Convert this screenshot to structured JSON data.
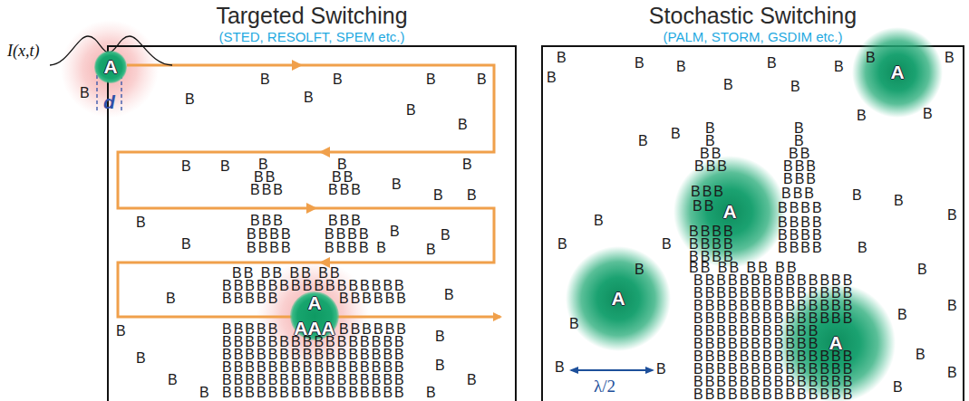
{
  "diagram": {
    "nodes": [
      {
        "text": [
          "Targeted Switching",
          "(STED, RESOLFT, SPEM etc.)"
        ]
      },
      {
        "text": [
          "A"
        ],
        "in": 0
      },
      {
        "text": [
          "A",
          "AAA"
        ],
        "in": 0
      },
      {
        "text": [
          "Stochastic Switching",
          "(PALM, STORM, GSDIM etc.)"
        ]
      },
      {
        "text": [
          "A"
        ],
        "in": 3
      },
      {
        "text": [
          "A"
        ],
        "in": 3
      },
      {
        "text": [
          "A"
        ],
        "in": 3
      },
      {
        "text": [
          "A"
        ],
        "in": 3
      }
    ],
    "labels": [
      "I(x,t)",
      "d",
      "λ/2",
      "B",
      "B",
      "B",
      "B",
      "B",
      "B",
      "B",
      "B",
      "B",
      "B",
      "B",
      "B",
      "B",
      "B",
      "BB",
      "BB",
      "BBB",
      "BBB",
      "B",
      "B",
      "B",
      "B",
      "BBB",
      "BBB",
      "BBBB",
      "BBBB",
      "B",
      "B",
      "B",
      "BBBB",
      "BBBB B",
      "B",
      "BB BB BB BB",
      "BBBBBBBBBBBBBBBB",
      "BBBBB",
      "BBBBBB",
      "BBBBB",
      "BBBBBB",
      "BBBBBBBBBBBBBBBB",
      "BBBBBBBBBBBBBBBB",
      "BBBBBBBBBBBBBBBB",
      "BBBBBBBBBBBBBBBB",
      "BBBBBBBBBBBBBBBB",
      "B",
      "B",
      "B",
      "B",
      "B",
      "B",
      "B",
      "B",
      "B",
      "B",
      "B",
      "B",
      "B",
      "B",
      "B",
      "B",
      "B",
      "B",
      "B",
      "B",
      "B",
      "B",
      "B",
      "B",
      "B",
      "B",
      "BB",
      "BBB",
      "BBB",
      "BB",
      "BBBB",
      "BBBB",
      "BBBB",
      "B",
      "B",
      "BB",
      "BBB",
      "BBB",
      "BBB",
      "BBBB",
      "BBBB",
      "BBBB",
      "BBBB",
      "BB BB BB BB",
      "BBBBBBBBBBBBBB",
      "BBBBBBBBBBBBBB",
      "BBBBBBBBBBBBBB",
      "BBBBBBBBBBBBBB",
      "BBBBBBBBBBB",
      "BBBBBBBBBBB",
      "BBBBBBBBBBBBBB",
      "BBBBBBBBBBBBBB",
      "BBBBBBBBBBBBBB",
      "BBBBBBBBBBBBBB",
      "B",
      "B",
      "B",
      "B",
      "B",
      "B",
      "B",
      "B",
      "B",
      "B",
      "B",
      "B",
      "B",
      "B",
      "B",
      "B",
      "B"
    ]
  }
}
